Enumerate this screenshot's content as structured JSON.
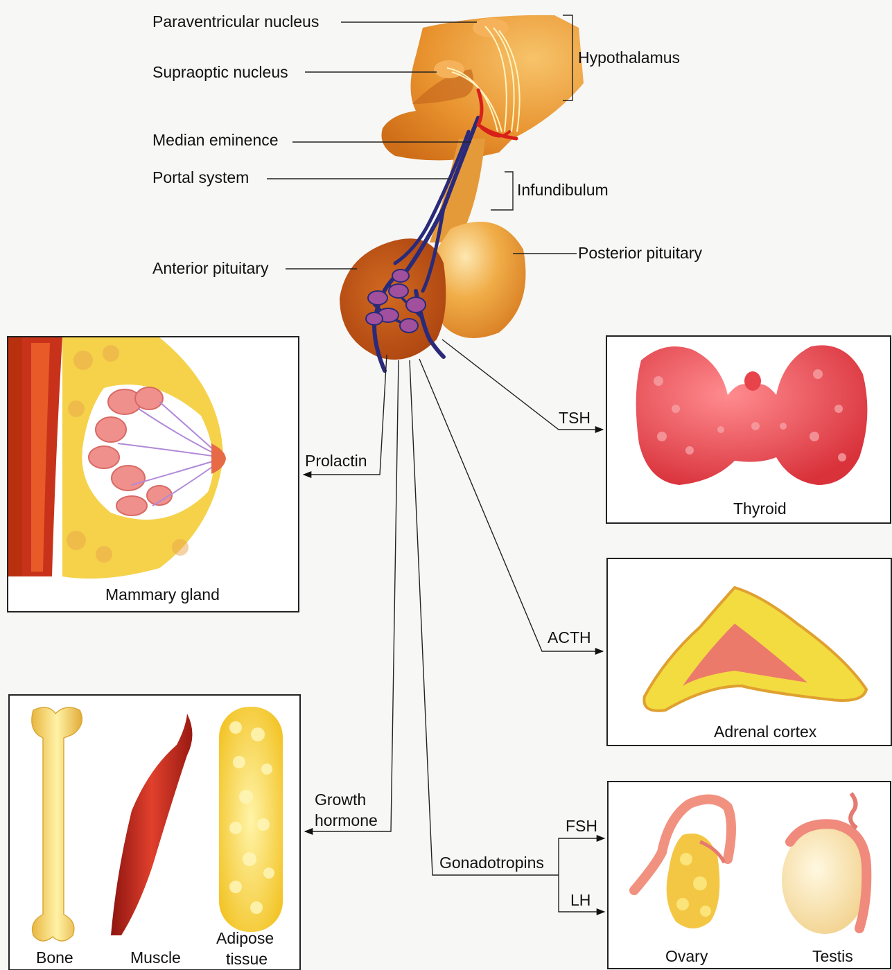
{
  "hypothalamus_labels": {
    "paraventricular": "Paraventricular nucleus",
    "supraoptic": "Supraoptic nucleus",
    "hypothalamus": "Hypothalamus",
    "median_eminence": "Median eminence",
    "portal_system": "Portal system",
    "infundibulum": "Infundibulum",
    "anterior_pituitary": "Anterior pituitary",
    "posterior_pituitary": "Posterior pituitary"
  },
  "hormones": {
    "prolactin": "Prolactin",
    "tsh": "TSH",
    "acth": "ACTH",
    "growth_hormone_line1": "Growth",
    "growth_hormone_line2": "hormone",
    "gonadotropins": "Gonadotropins",
    "fsh": "FSH",
    "lh": "LH"
  },
  "targets": {
    "mammary": "Mammary gland",
    "thyroid": "Thyroid",
    "adrenal": "Adrenal cortex",
    "bone": "Bone",
    "muscle": "Muscle",
    "adipose_line1": "Adipose",
    "adipose_line2": "tissue",
    "ovary": "Ovary",
    "testis": "Testis"
  },
  "colors": {
    "gland": "#e08a2a",
    "anterior": "#c4561a",
    "vessel_blue": "#2a2a7a",
    "vessel_red": "#d8201a",
    "thyroid": "#e8434a",
    "adrenal_outer": "#f2dc40",
    "adrenal_inner": "#ec7a6a",
    "muscle": "#c8261a",
    "fat": "#f7d23c",
    "bone": "#f2d060"
  }
}
